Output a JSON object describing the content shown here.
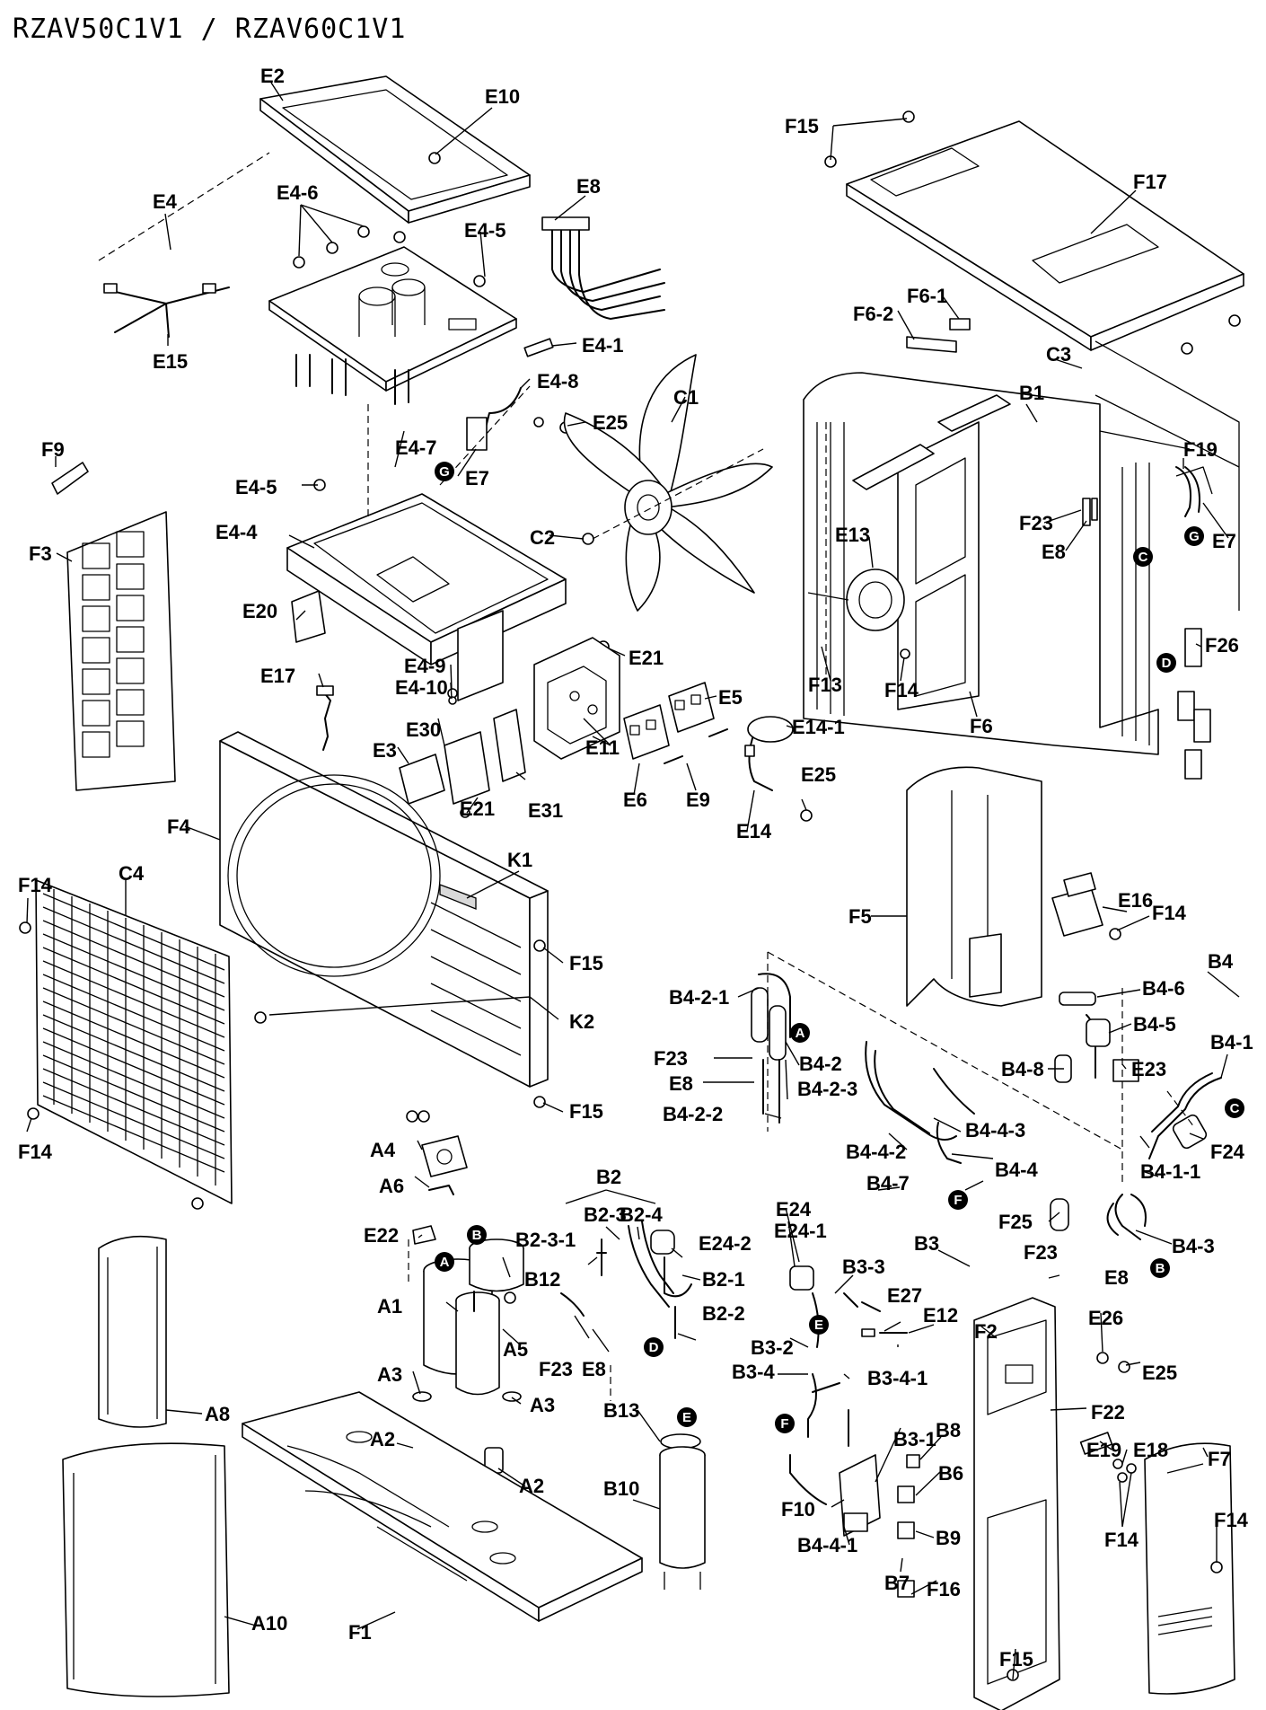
{
  "title": "RZAV50C1V1 / RZAV60C1V1",
  "markers": [
    "A",
    "B",
    "C",
    "D",
    "E",
    "F",
    "G"
  ],
  "labels": [
    "E2",
    "E10",
    "E8",
    "F15",
    "F17",
    "E4",
    "E4-6",
    "E4-5",
    "E15",
    "E4-1",
    "C1",
    "F6-1",
    "F6-2",
    "C3",
    "B1",
    "E4-8",
    "E25",
    "F9",
    "E4-7",
    "E7",
    "F19",
    "E4-5",
    "E4-4",
    "C2",
    "F23",
    "E8",
    "E13",
    "E7",
    "F3",
    "E20",
    "E21",
    "E17",
    "E4-9",
    "E4-10",
    "E5",
    "F13",
    "F14",
    "F6",
    "F26",
    "E30",
    "E3",
    "E11",
    "E14-1",
    "E6",
    "E9",
    "E25",
    "E21",
    "E31",
    "E14",
    "F4",
    "K1",
    "E16",
    "F14",
    "C4",
    "F15",
    "F5",
    "B4",
    "F14",
    "B4-2-1",
    "B4-6",
    "K2",
    "B4-5",
    "B4-1",
    "F23",
    "B4-2",
    "B4-8",
    "E23",
    "E8",
    "B4-2-3",
    "F15",
    "B4-2-2",
    "B4-4-3",
    "F24",
    "A4",
    "B4-4-2",
    "B4-1-1",
    "F14",
    "A6",
    "B2",
    "B4-7",
    "B4-4",
    "E24",
    "B2-3",
    "B2-4",
    "E24-1",
    "F25",
    "B4-3",
    "E22",
    "B2-3-1",
    "E24-2",
    "B3",
    "F23",
    "E8",
    "B12",
    "B2-1",
    "B3-3",
    "A1",
    "E27",
    "E12",
    "B2-2",
    "E26",
    "A5",
    "F23",
    "E8",
    "B3-2",
    "F2",
    "E25",
    "A3",
    "A3",
    "B3-4",
    "B3-4-1",
    "F22",
    "B13",
    "A8",
    "B3-1",
    "B8",
    "A2",
    "B6",
    "E19",
    "E18",
    "F7",
    "B10",
    "F10",
    "A2",
    "F14",
    "B4-4-1",
    "B9",
    "F14",
    "B7",
    "F16",
    "A10",
    "F1",
    "F15"
  ],
  "colors": {
    "line": "#000000",
    "fill": "#ffffff",
    "shade": "#d9d9d9"
  }
}
